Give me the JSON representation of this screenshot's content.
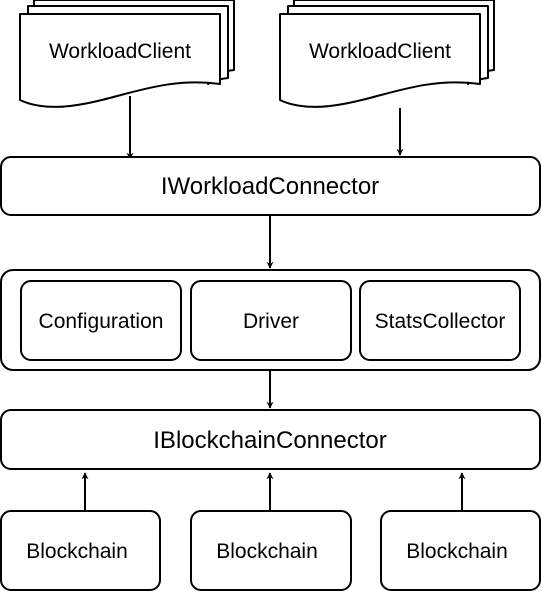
{
  "clients": [
    "WorkloadClient",
    "WorkloadClient"
  ],
  "workload_connector": "IWorkloadConnector",
  "core_modules": [
    "Configuration",
    "Driver",
    "StatsCollector"
  ],
  "blockchain_connector": "IBlockchainConnector",
  "blockchains": [
    "Blockchain",
    "Blockchain",
    "Blockchain"
  ],
  "colors": {
    "stroke": "#000000",
    "fill": "#ffffff",
    "text": "#000000"
  }
}
